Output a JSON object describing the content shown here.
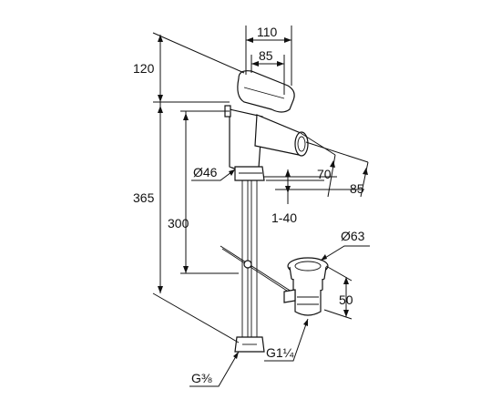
{
  "dimensions": {
    "top_width": "110",
    "spout_width": "85",
    "overall_offset": "120",
    "total_height": "365",
    "body_height": "300",
    "body_diameter": "Ø46",
    "thickness_range": "1-40",
    "reach_short": "70",
    "reach_long": "85",
    "waste_diameter": "Ø63",
    "waste_height": "50",
    "waste_thread": "G1¼",
    "inlet_thread": "G⅜"
  }
}
